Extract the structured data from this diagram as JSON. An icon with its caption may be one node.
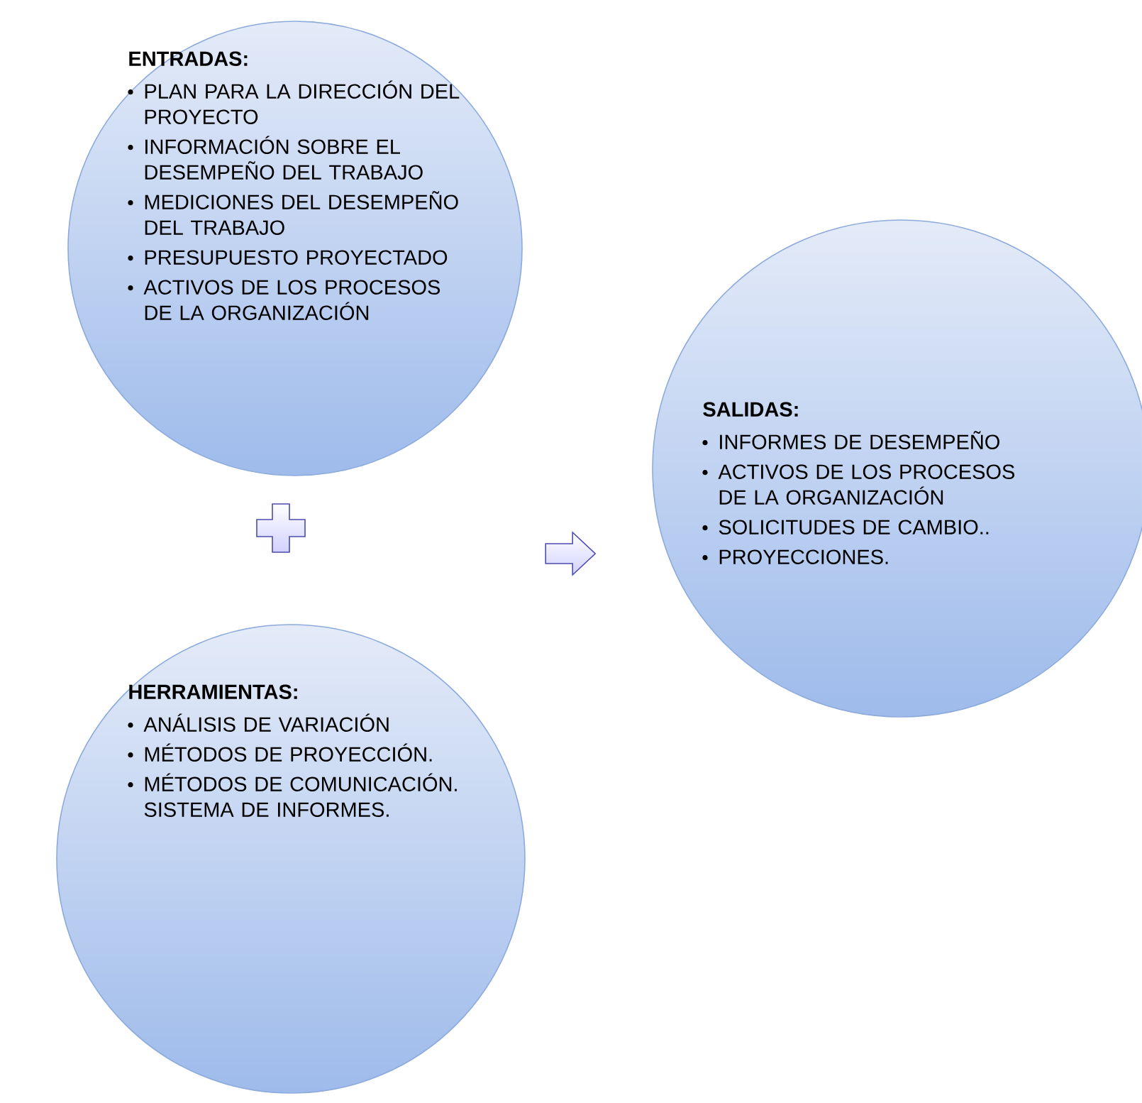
{
  "diagram": {
    "nodes": [
      {
        "text": [
          "ENTRADAS:",
          "PLAN PARA LA DIRECCIÓN DEL PROYECTO",
          "INFORMACIÓN SOBRE EL DESEMPEÑO DEL TRABAJO",
          "MEDICIONES DEL DESEMPEÑO DEL TRABAJO",
          "PRESUPUESTO PROYECTADO",
          "ACTIVOS DE LOS PROCESOS DE LA ORGANIZACIÓN"
        ]
      },
      {
        "text": [
          "HERRAMIENTAS:",
          "ANÁLISIS DE VARIACIÓN",
          "MÉTODOS DE PROYECCIÓN.",
          "MÉTODOS DE COMUNICACIÓN. SISTEMA DE INFORMES."
        ]
      },
      {
        "text": [
          "SALIDAS:",
          "INFORMES DE DESEMPEÑO",
          "ACTIVOS DE LOS PROCESOS DE LA ORGANIZACIÓN",
          "SOLICITUDES DE CAMBIO..",
          "PROYECCIONES."
        ]
      }
    ],
    "edges": [
      {
        "from": 0,
        "to": 2,
        "arrow": "to"
      },
      {
        "from": 1,
        "to": 2,
        "arrow": "to"
      }
    ]
  }
}
